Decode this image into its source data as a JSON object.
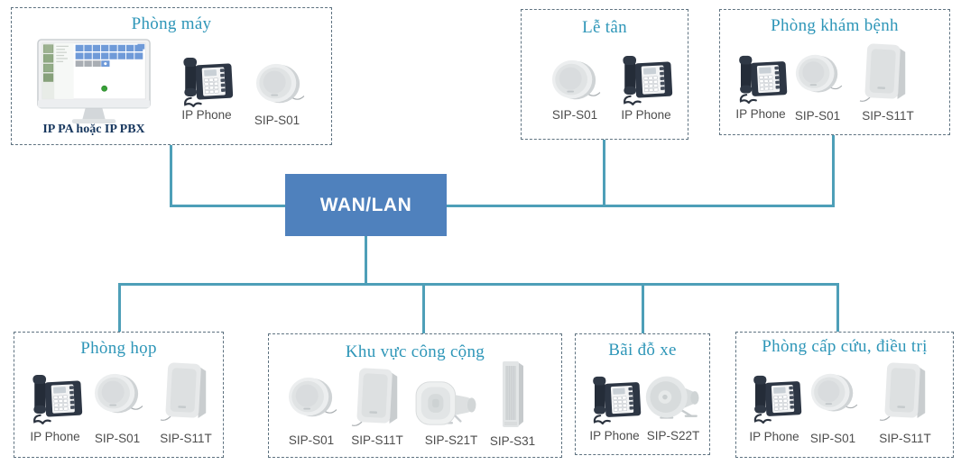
{
  "hub": {
    "label": "WAN/LAN"
  },
  "colors": {
    "hub_fill": "#4F81BD",
    "connector_line": "#4E9FB8",
    "group_title_text": "#2E96B8",
    "server_label_text": "#17375E",
    "device_label_text": "#4D4D4D",
    "box_border": "#5E7280"
  },
  "groups": [
    {
      "title": "Phòng máy",
      "devices": [
        {
          "type": "pa-server",
          "label": "IP PA hoặc IP PBX"
        },
        {
          "type": "ip-phone",
          "label": "IP Phone"
        },
        {
          "type": "ceiling-speaker",
          "label": "SIP-S01"
        }
      ]
    },
    {
      "title": "Lễ tân",
      "devices": [
        {
          "type": "ceiling-speaker",
          "label": "SIP-S01"
        },
        {
          "type": "ip-phone",
          "label": "IP Phone"
        }
      ]
    },
    {
      "title": "Phòng khám bệnh",
      "devices": [
        {
          "type": "ip-phone",
          "label": "IP Phone"
        },
        {
          "type": "ceiling-speaker",
          "label": "SIP-S01"
        },
        {
          "type": "wall-speaker",
          "label": "SIP-S11T"
        }
      ]
    },
    {
      "title": "Phòng họp",
      "devices": [
        {
          "type": "ip-phone",
          "label": "IP Phone"
        },
        {
          "type": "ceiling-speaker",
          "label": "SIP-S01"
        },
        {
          "type": "wall-speaker",
          "label": "SIP-S11T"
        }
      ]
    },
    {
      "title": "Khu vực công cộng",
      "devices": [
        {
          "type": "ceiling-speaker",
          "label": "SIP-S01"
        },
        {
          "type": "wall-speaker",
          "label": "SIP-S11T"
        },
        {
          "type": "horn-speaker-side",
          "label": "SIP-S21T"
        },
        {
          "type": "column-speaker",
          "label": "SIP-S31"
        }
      ]
    },
    {
      "title": "Bãi đỗ xe",
      "devices": [
        {
          "type": "ip-phone",
          "label": "IP Phone"
        },
        {
          "type": "horn-speaker-front",
          "label": "SIP-S22T"
        }
      ]
    },
    {
      "title": "Phòng cấp cứu, điều trị",
      "devices": [
        {
          "type": "ip-phone",
          "label": "IP Phone"
        },
        {
          "type": "ceiling-speaker",
          "label": "SIP-S01"
        },
        {
          "type": "wall-speaker",
          "label": "SIP-S11T"
        }
      ]
    }
  ]
}
